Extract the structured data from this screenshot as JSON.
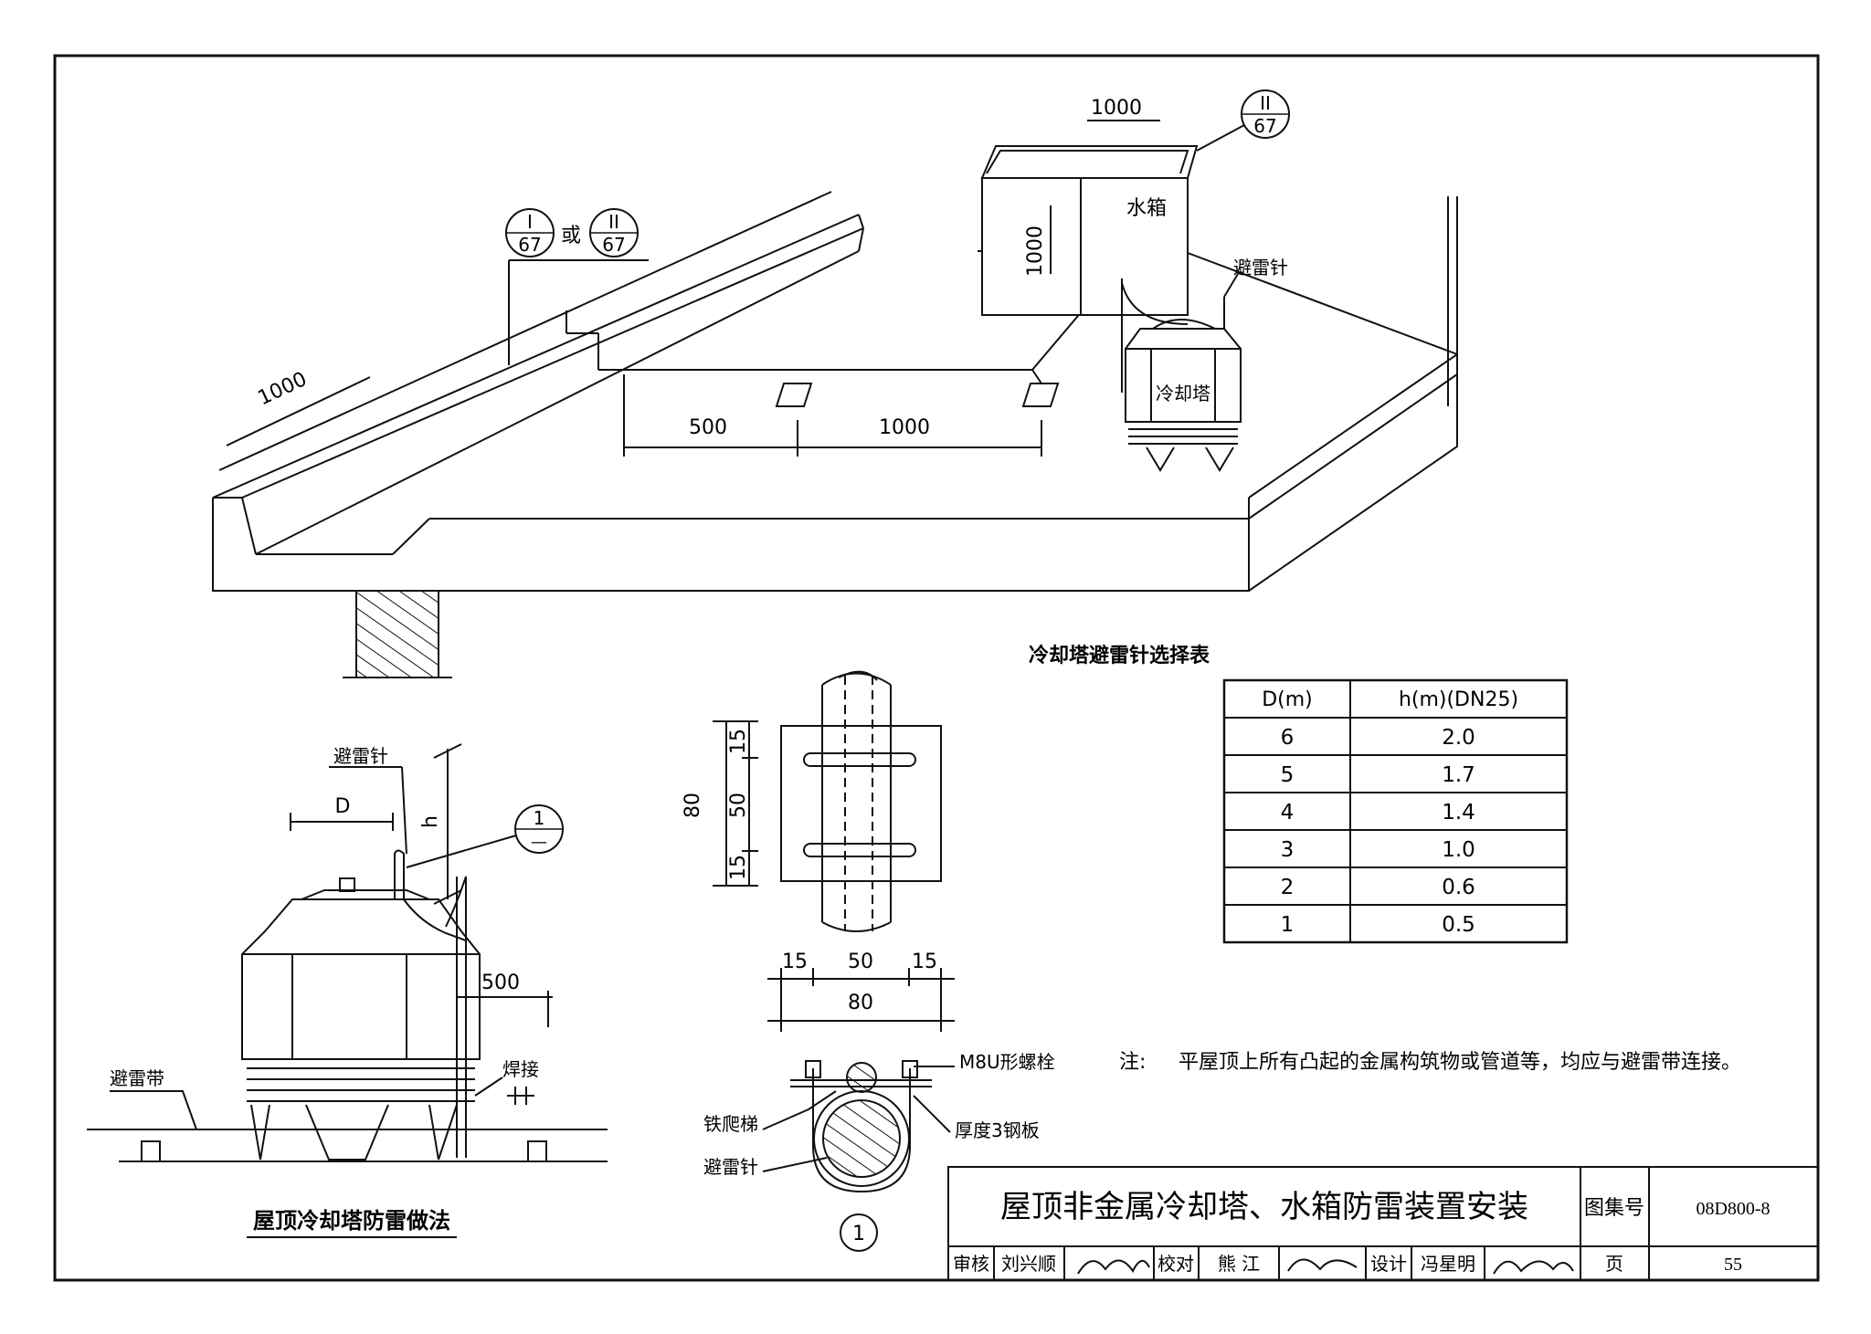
{
  "refs": {
    "ref_I_num": "I",
    "ref_I_den": "67",
    "ref_or": "或",
    "ref_II_num": "II",
    "ref_II_den": "67",
    "ref_top_num": "II",
    "ref_top_den": "67",
    "detail1_num": "1",
    "detail1_den": "—",
    "detail_one": "1"
  },
  "iso": {
    "dim_1000_top": "1000",
    "dim_1000_tank_v": "1000",
    "dim_1000_parapet": "1000",
    "dim_500": "500",
    "dim_1000_bottom": "1000",
    "water_tank": "水箱",
    "lightning_rod": "避雷针",
    "cooling_tower": "冷却塔"
  },
  "side": {
    "lightning_rod": "避雷针",
    "D": "D",
    "h": "h",
    "dim_500": "500",
    "lightning_belt": "避雷带",
    "weld": "焊接",
    "caption": "屋顶冷却塔防雷做法"
  },
  "detail": {
    "dim_15a": "15",
    "dim_50v": "50",
    "dim_15b": "15",
    "dim_80v": "80",
    "dim_15c": "15",
    "dim_50h": "50",
    "dim_15d": "15",
    "dim_80h": "80",
    "bolt": "M8U形螺栓",
    "ladder": "铁爬梯",
    "plate": "厚度3钢板",
    "rod": "避雷针"
  },
  "table": {
    "title": "冷却塔避雷针选择表",
    "headers": [
      "D(m)",
      "h(m)(DN25)"
    ],
    "rows": [
      [
        "6",
        "2.0"
      ],
      [
        "5",
        "1.7"
      ],
      [
        "4",
        "1.4"
      ],
      [
        "3",
        "1.0"
      ],
      [
        "2",
        "0.6"
      ],
      [
        "1",
        "0.5"
      ]
    ]
  },
  "note": {
    "label": "注:",
    "text": "平屋顶上所有凸起的金属构筑物或管道等，均应与避雷带连接。"
  },
  "title_block": {
    "title": "屋顶非金属冷却塔、水箱防雷装置安装",
    "atlas_label": "图集号",
    "atlas_no": "08D800-8",
    "review_label": "审核",
    "review_name": "刘兴顺",
    "check_label": "校对",
    "check_name": "熊 江",
    "design_label": "设计",
    "design_name": "冯星明",
    "page_label": "页",
    "page_no": "55"
  }
}
